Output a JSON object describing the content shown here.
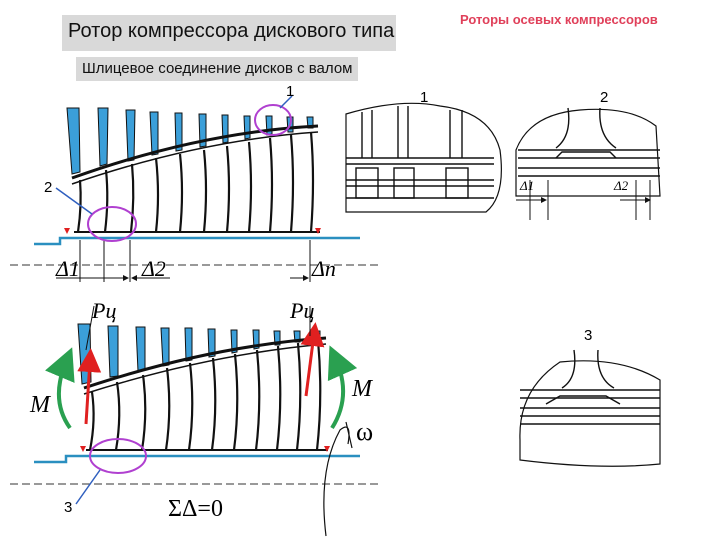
{
  "header": {
    "title": "Ротор компрессора дискового типа",
    "right_heading": "Роторы осевых компрессоров",
    "subheading": "Шлицевое соединение дисков с валом"
  },
  "labels": {
    "top_callout_1": "1",
    "left_callout_2": "2",
    "bottom_callout_3": "3",
    "detail_1": "1",
    "detail_2": "2",
    "detail_3": "3"
  },
  "symbols": {
    "delta1": "Δ1",
    "delta2": "Δ2",
    "deltan": "Δn",
    "pc_left": "Pц",
    "pc_right": "Pц",
    "moment_left": "M",
    "moment_right": "M",
    "omega": "ω",
    "sum_delta": "ΣΔ=0",
    "detail_delta1": "Δ1",
    "detail_delta2": "Δ2"
  },
  "colors": {
    "blade_fill": "#3b9fd9",
    "shaft_line": "#2a8fc0",
    "circle_highlight": "#b040d0",
    "force_arrow": "#e02020",
    "moment_arrow": "#2aa050",
    "callout_line": "#2f5fbf"
  }
}
